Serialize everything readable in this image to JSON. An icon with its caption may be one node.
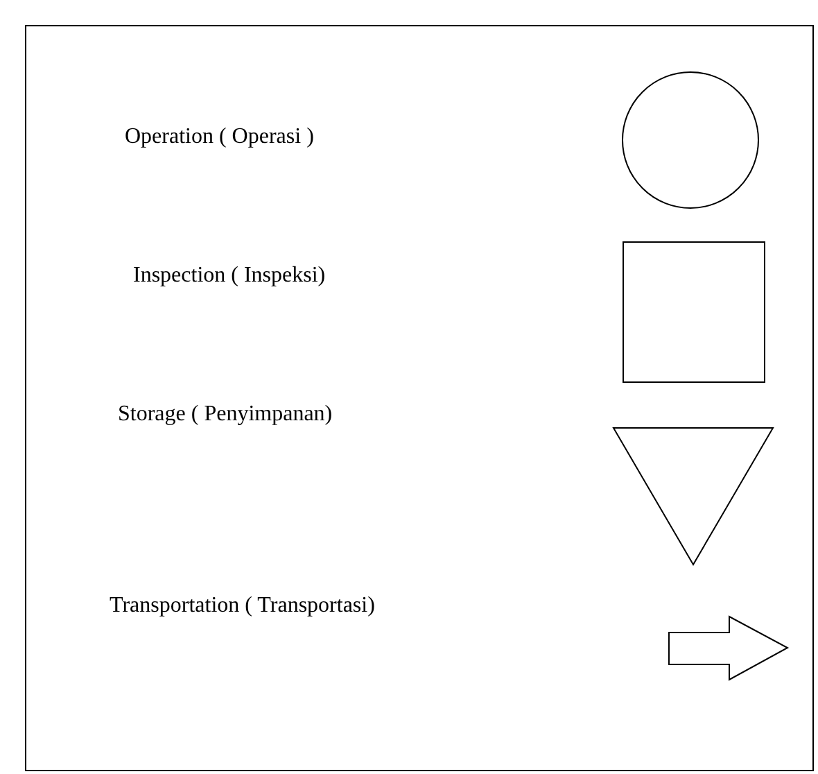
{
  "diagram": {
    "nodes": [
      {
        "text": [],
        "shape": "circle"
      },
      {
        "text": [],
        "shape": "box"
      },
      {
        "text": [],
        "shape": "triangle"
      },
      {
        "text": [],
        "shape": "arrow"
      }
    ],
    "labels": [
      "Operation ( Operasi )",
      "Inspection ( Inspeksi)",
      "Storage ( Penyimpanan)",
      "Transportation ( Transportasi)"
    ]
  }
}
